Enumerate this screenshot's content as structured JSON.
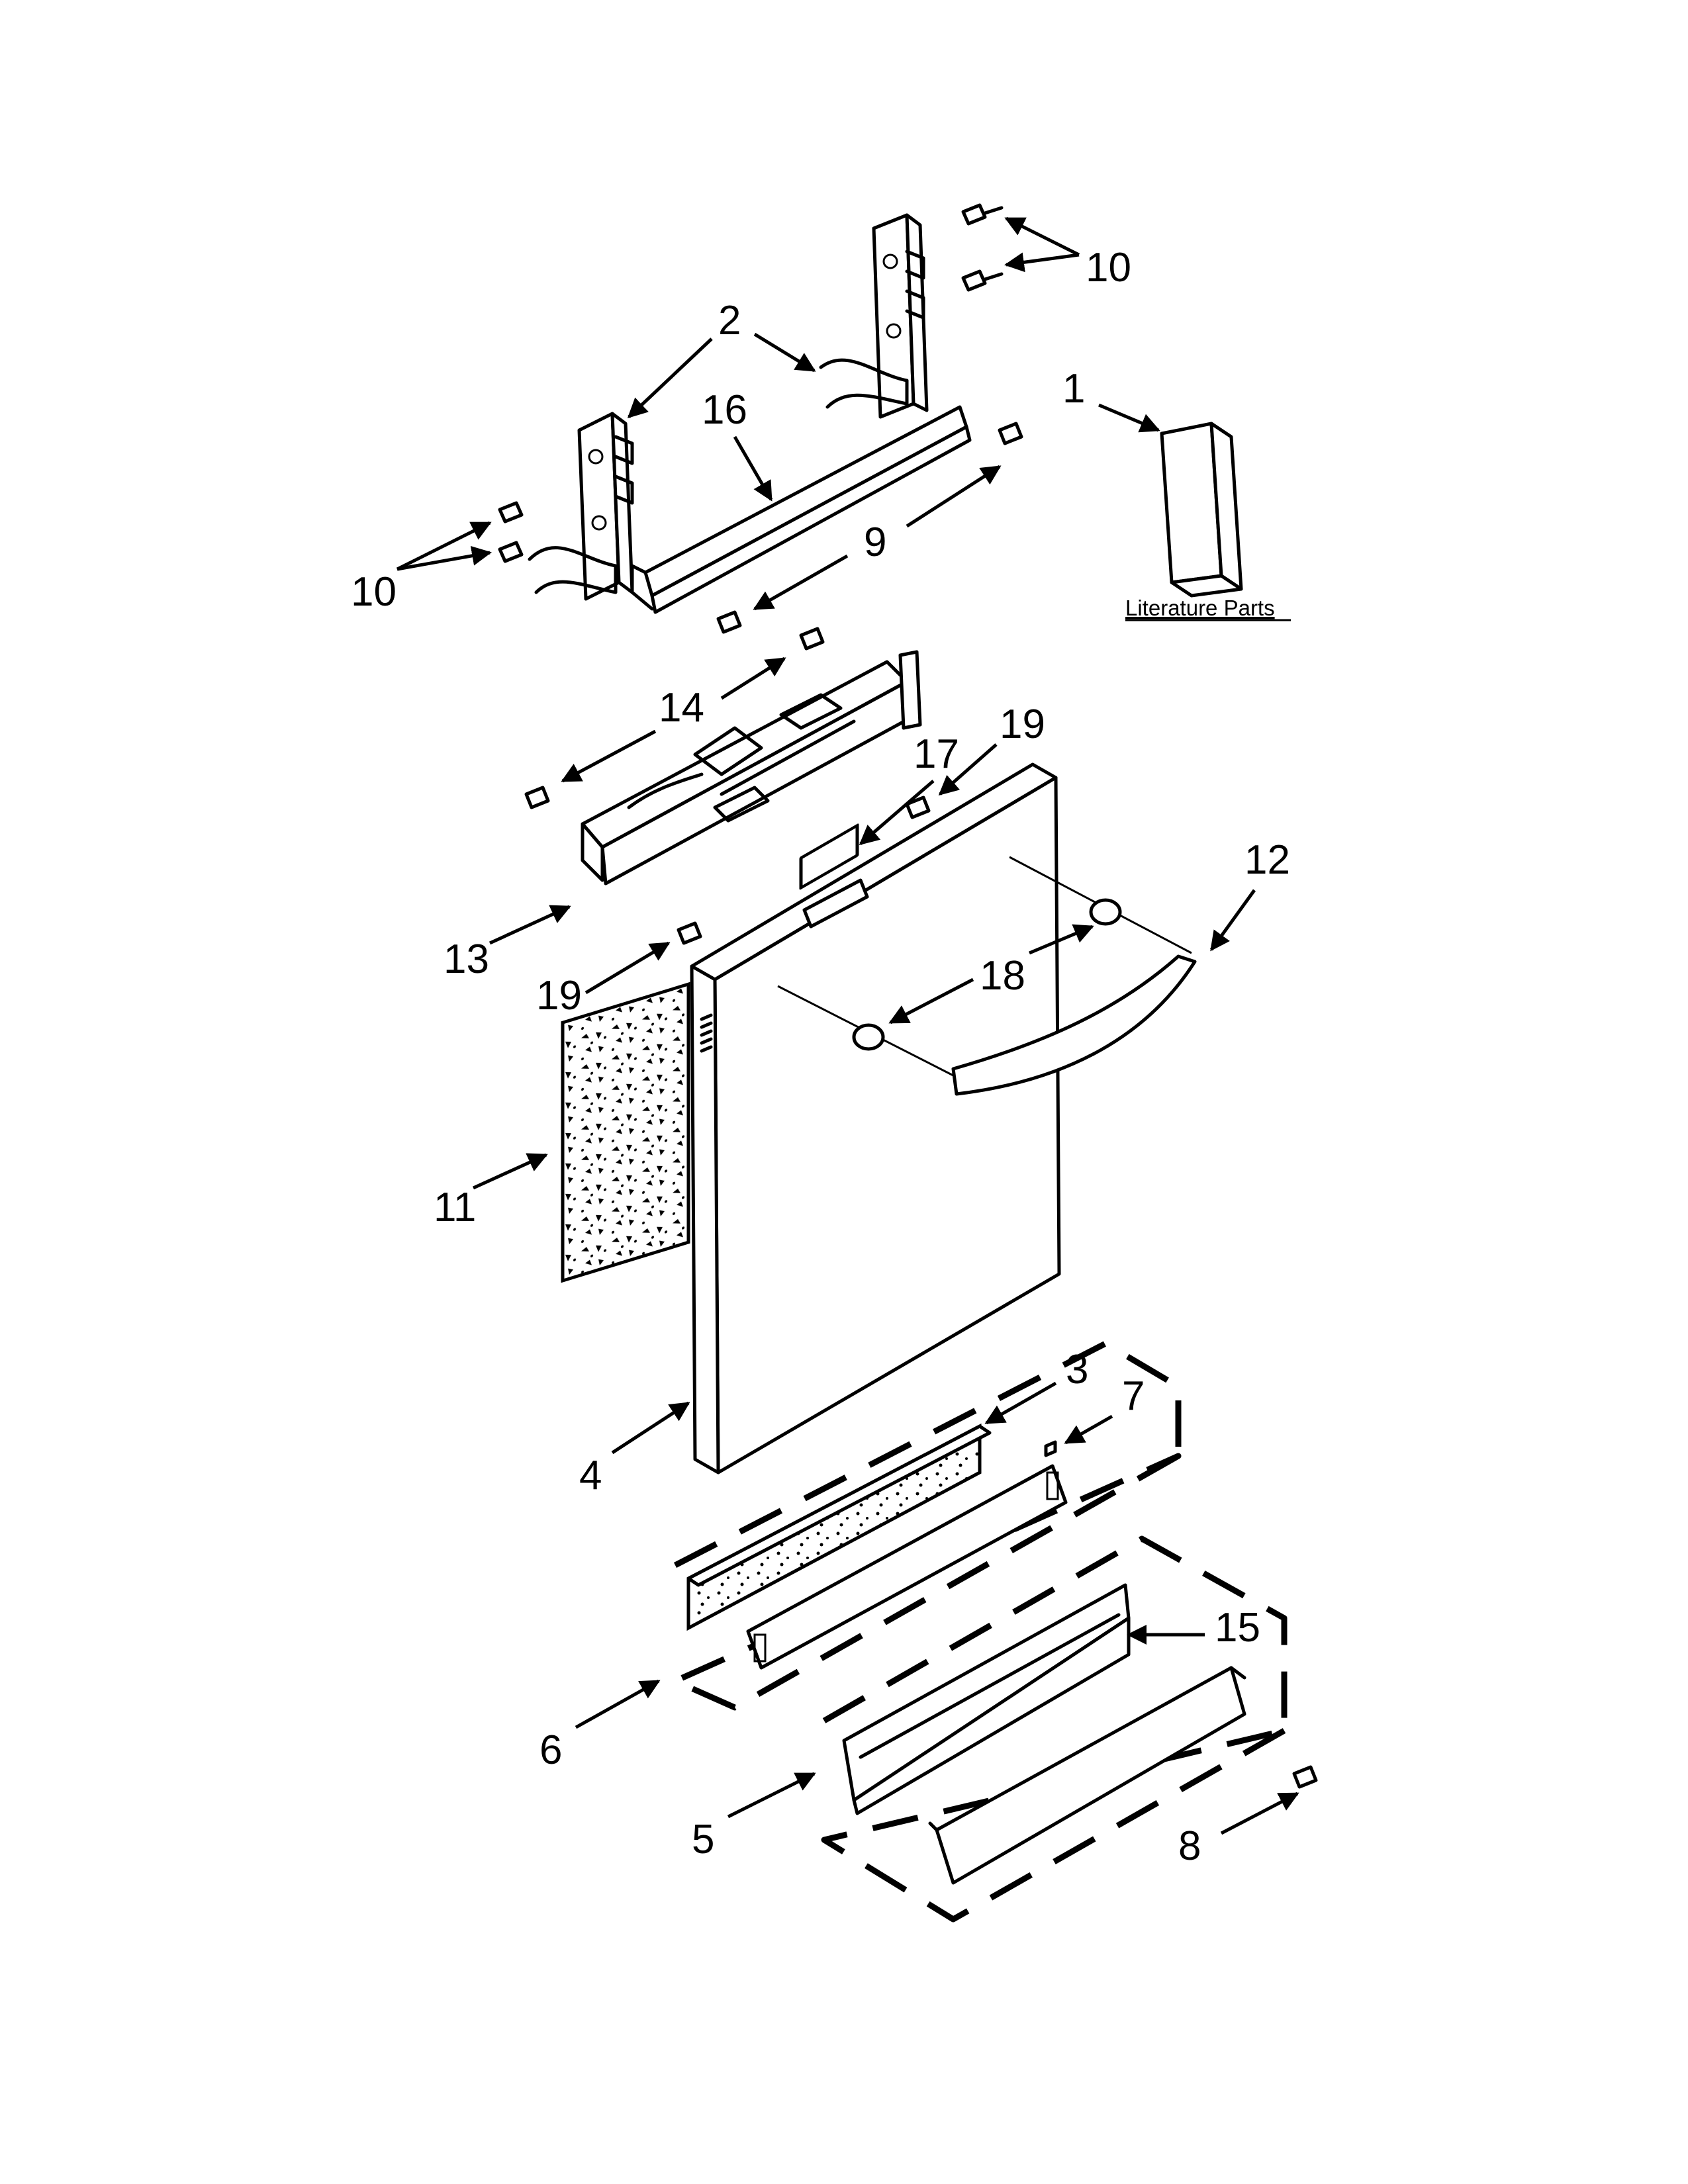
{
  "callouts": {
    "c1": "1",
    "c2": "2",
    "c3": "3",
    "c4": "4",
    "c5": "5",
    "c6": "6",
    "c7": "7",
    "c8": "8",
    "c9": "9",
    "c10a": "10",
    "c10b": "10",
    "c11": "11",
    "c12": "12",
    "c13": "13",
    "c14": "14",
    "c15": "15",
    "c16": "16",
    "c17": "17",
    "c18": "18",
    "c19a": "19",
    "c19b": "19"
  },
  "literature_label": "Literature Parts"
}
